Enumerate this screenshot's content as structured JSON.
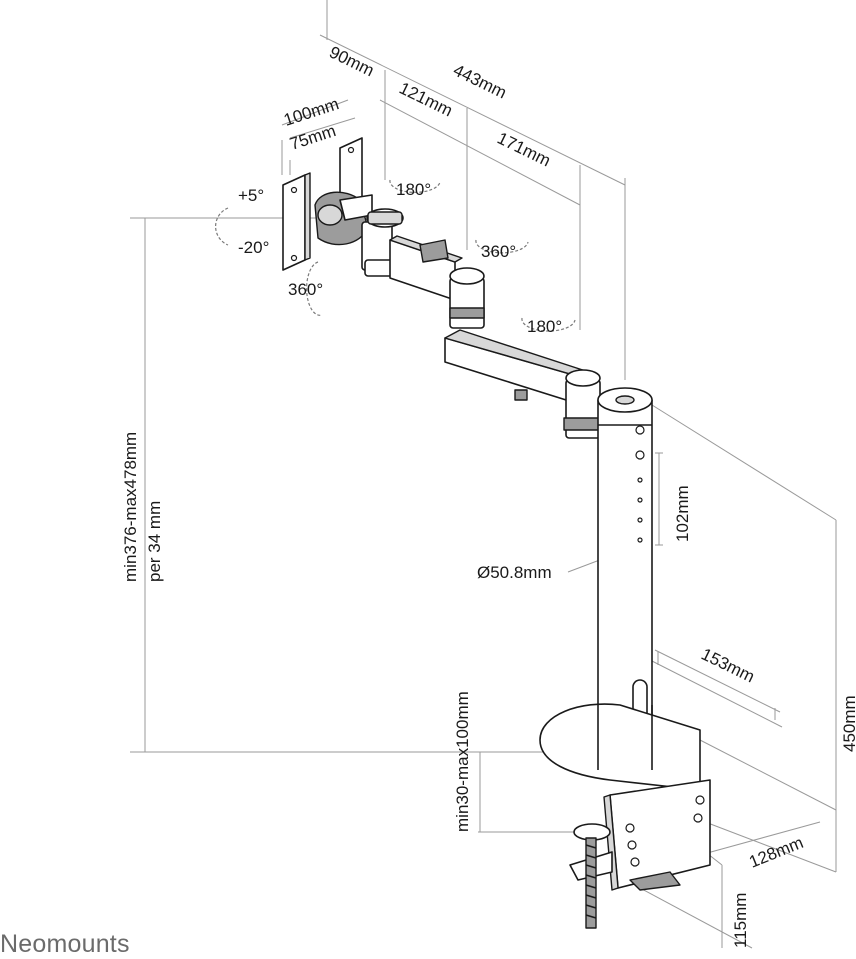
{
  "dimensions": {
    "total_depth": "443mm",
    "head_offset": "90mm",
    "arm_1": "121mm",
    "arm_2": "171mm",
    "vesa_max": "100mm",
    "vesa_min": "75mm",
    "pole_holes": "102mm",
    "pole_diameter": "Ø50.8mm",
    "height_range": "min376-max478mm",
    "height_step": "per 34 mm",
    "desk_thickness": "min30-max100mm",
    "base_depth": "153mm",
    "pole_height": "450mm",
    "clamp_width": "128mm",
    "clamp_depth": "115mm"
  },
  "angles": {
    "tilt_up": "+5°",
    "tilt_down": "-20°",
    "rotate_plate": "360°",
    "head_swivel": "180°",
    "arm_swivel": "360°",
    "base_swivel": "180°"
  },
  "brand": "Neomounts"
}
